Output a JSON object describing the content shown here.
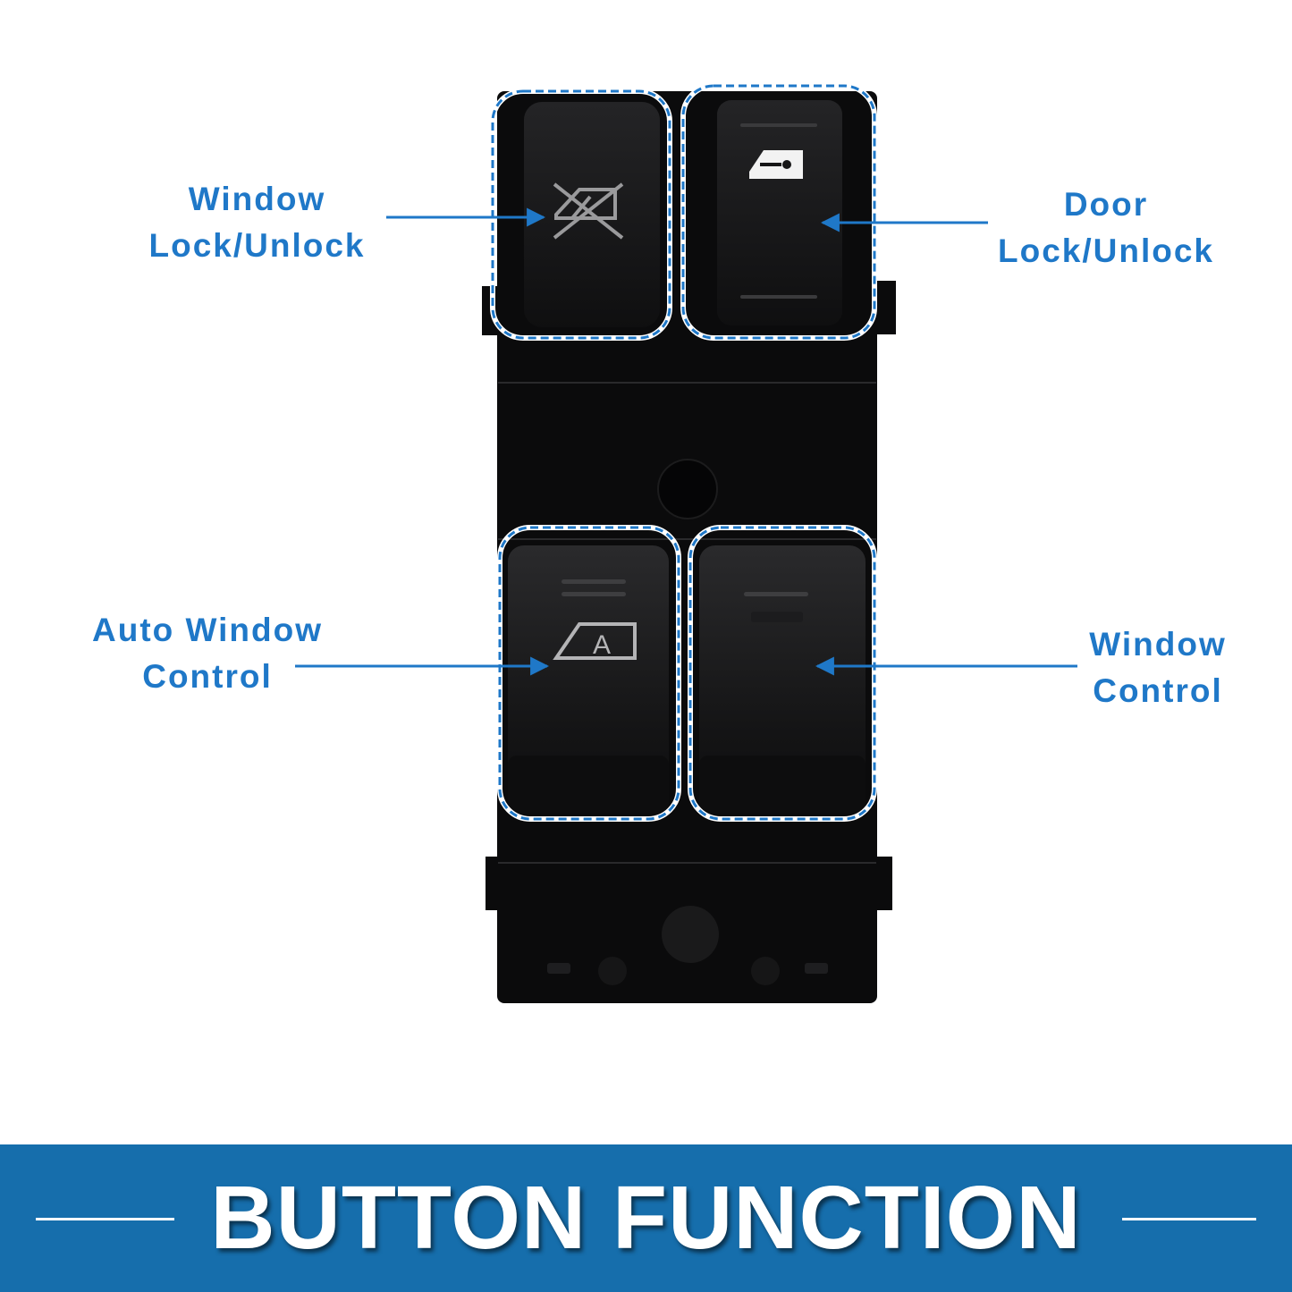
{
  "callouts": {
    "window_lock": {
      "line1": "Window",
      "line2": "Lock/Unlock"
    },
    "door_lock": {
      "line1": "Door",
      "line2": "Lock/Unlock"
    },
    "auto_window": {
      "line1": "Auto Window",
      "line2": "Control"
    },
    "window_control": {
      "line1": "Window",
      "line2": "Control"
    }
  },
  "banner": {
    "title": "BUTTON FUNCTION"
  },
  "colors": {
    "accent_blue": "#1f78c8",
    "banner_blue": "#166eac",
    "switch_body": "#0b0b0c",
    "switch_button": "#161617"
  },
  "icons": [
    "window-lock-icon",
    "door-lock-icon",
    "auto-window-icon"
  ]
}
